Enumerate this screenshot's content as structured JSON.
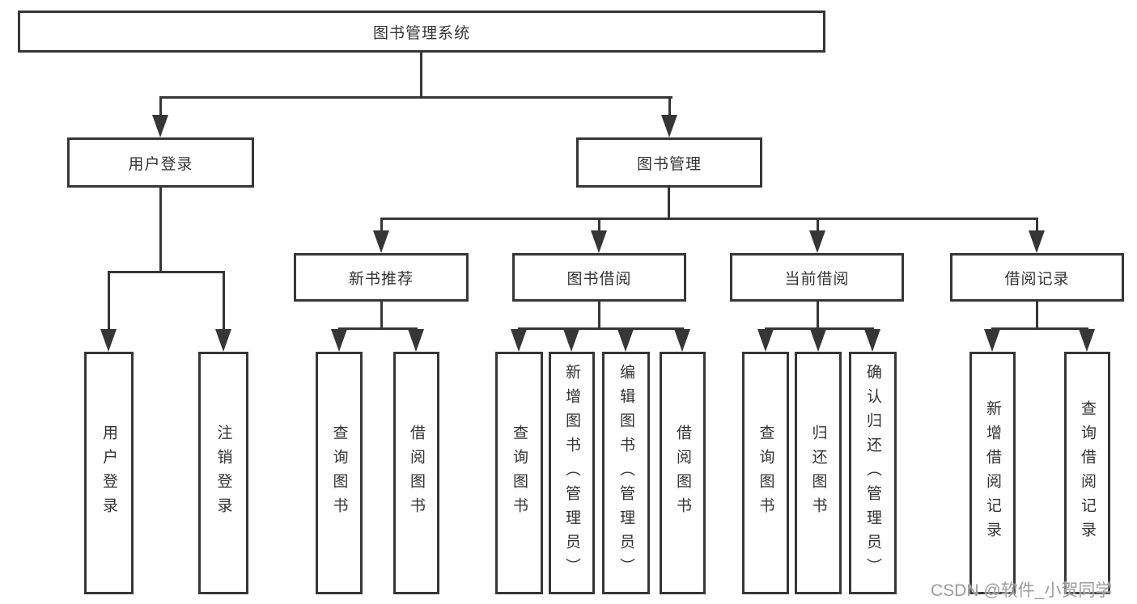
{
  "diagram_title": "图书管理系统",
  "tree": {
    "root": {
      "label": "图书管理系统"
    },
    "children": [
      {
        "label": "用户登录",
        "children": [
          {
            "label": "用户登录"
          },
          {
            "label": "注销登录"
          }
        ]
      },
      {
        "label": "图书管理",
        "children": [
          {
            "label": "新书推荐",
            "children": [
              {
                "label": "查询图书"
              },
              {
                "label": "借阅图书"
              }
            ]
          },
          {
            "label": "图书借阅",
            "children": [
              {
                "label": "查询图书"
              },
              {
                "label": "新增图书（管理员）"
              },
              {
                "label": "编辑图书（管理员）"
              },
              {
                "label": "借阅图书"
              }
            ]
          },
          {
            "label": "当前借阅",
            "children": [
              {
                "label": "查询图书"
              },
              {
                "label": "归还图书"
              },
              {
                "label": "确认归还（管理员）"
              }
            ]
          },
          {
            "label": "借阅记录",
            "children": [
              {
                "label": "新增借阅记录"
              },
              {
                "label": "查询借阅记录"
              }
            ]
          }
        ]
      }
    ]
  },
  "watermark": {
    "text": "CSDN @软件_小贺同学"
  },
  "colors": {
    "line": "#363636",
    "text": "#333333",
    "watermark_text": "#9c9c9c",
    "background": "#ffffff"
  }
}
